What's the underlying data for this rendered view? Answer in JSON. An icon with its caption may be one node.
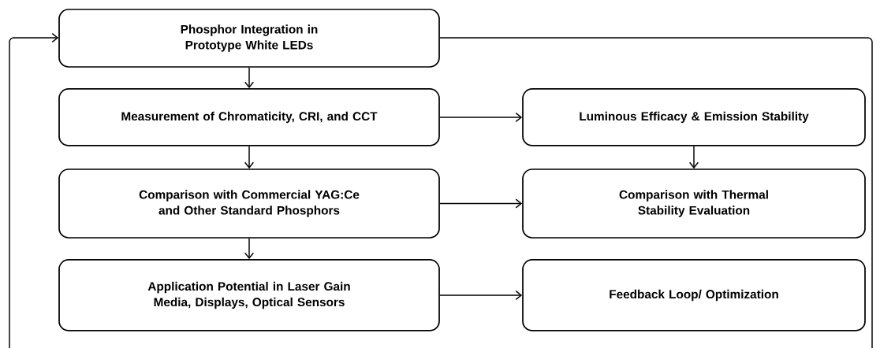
{
  "diagram": {
    "nodes": [
      {
        "text": [
          "Phosphor Integration in Prototype White LEDs"
        ]
      },
      {
        "text": [
          "Measurement of Chromaticity, CRI, and CCT"
        ]
      },
      {
        "text": [
          "Luminous Efficacy & Emission Stability"
        ]
      },
      {
        "text": [
          "Comparison with Commercial YAG:Ce and Other Standard Phosphors"
        ]
      },
      {
        "text": [
          "Comparison with Thermal Stability Evaluation"
        ]
      },
      {
        "text": [
          "Application Potential in Laser Gain Media, Displays, Optical Sensors"
        ]
      },
      {
        "text": [
          "Feedback Loop/ Optimization"
        ]
      }
    ],
    "edges": [
      {
        "from": 0,
        "to": 1,
        "arrow": "to"
      },
      {
        "from": 1,
        "to": 2,
        "arrow": "to"
      },
      {
        "from": 1,
        "to": 3,
        "arrow": "to"
      },
      {
        "from": 2,
        "to": 4,
        "arrow": "to"
      },
      {
        "from": 3,
        "to": 4,
        "arrow": "to"
      },
      {
        "from": 3,
        "to": 5,
        "arrow": "to"
      },
      {
        "from": 5,
        "to": 6,
        "arrow": "to"
      },
      {
        "from": 0,
        "to": null,
        "arrow": "none"
      },
      {
        "from": null,
        "to": 0,
        "arrow": "to"
      }
    ]
  }
}
